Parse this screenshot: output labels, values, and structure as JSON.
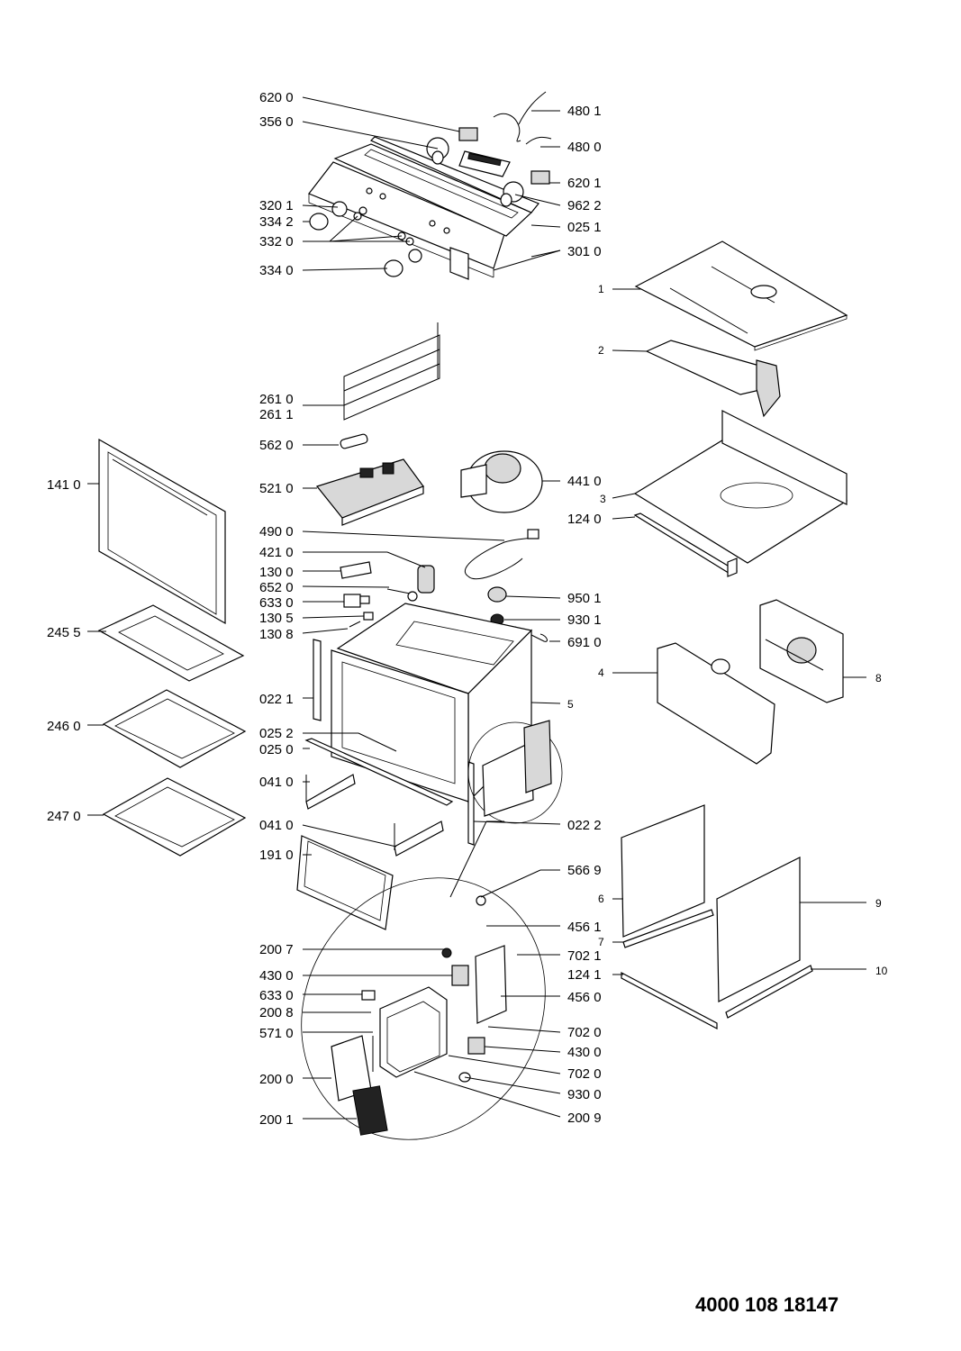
{
  "labels": {
    "l_620_0": "620 0",
    "l_356_0": "356 0",
    "l_480_1": "480 1",
    "l_480_0": "480 0",
    "l_620_1": "620 1",
    "l_962_2": "962 2",
    "l_320_1": "320 1",
    "l_334_2": "334 2",
    "l_332_0": "332 0",
    "l_334_0": "334 0",
    "l_025_1": "025 1",
    "l_301_0": "301 0",
    "l_1": "1",
    "l_2": "2",
    "l_3": "3",
    "l_261_0": "261 0",
    "l_261_1": "261 1",
    "l_562_0": "562 0",
    "l_521_0": "521 0",
    "l_441_0": "441 0",
    "l_124_0": "124 0",
    "l_141_0": "141 0",
    "l_490_0": "490 0",
    "l_421_0": "421 0",
    "l_130_0": "130 0",
    "l_652_0": "652 0",
    "l_633_0a": "633 0",
    "l_130_5": "130 5",
    "l_130_8": "130 8",
    "l_950_1": "950 1",
    "l_930_1": "930 1",
    "l_691_0": "691 0",
    "l_245_5": "245 5",
    "l_4": "4",
    "l_8": "8",
    "l_5": "5",
    "l_022_1": "022 1",
    "l_246_0": "246 0",
    "l_025_2": "025 2",
    "l_025_0": "025 0",
    "l_041_0a": "041 0",
    "l_247_0": "247 0",
    "l_041_0b": "041 0",
    "l_022_2": "022 2",
    "l_191_0": "191 0",
    "l_566_9": "566 9",
    "l_6": "6",
    "l_9": "9",
    "l_456_1": "456 1",
    "l_7": "7",
    "l_200_7": "200 7",
    "l_702_1": "702 1",
    "l_124_1": "124 1",
    "l_10": "10",
    "l_430_0a": "430 0",
    "l_456_0": "456 0",
    "l_633_0b": "633 0",
    "l_200_8": "200 8",
    "l_702_0a": "702 0",
    "l_571_0": "571 0",
    "l_430_0b": "430 0",
    "l_200_0": "200 0",
    "l_702_0b": "702 0",
    "l_930_0": "930 0",
    "l_200_1": "200 1",
    "l_200_9": "200 9"
  },
  "document_number": "4000 108 18147"
}
